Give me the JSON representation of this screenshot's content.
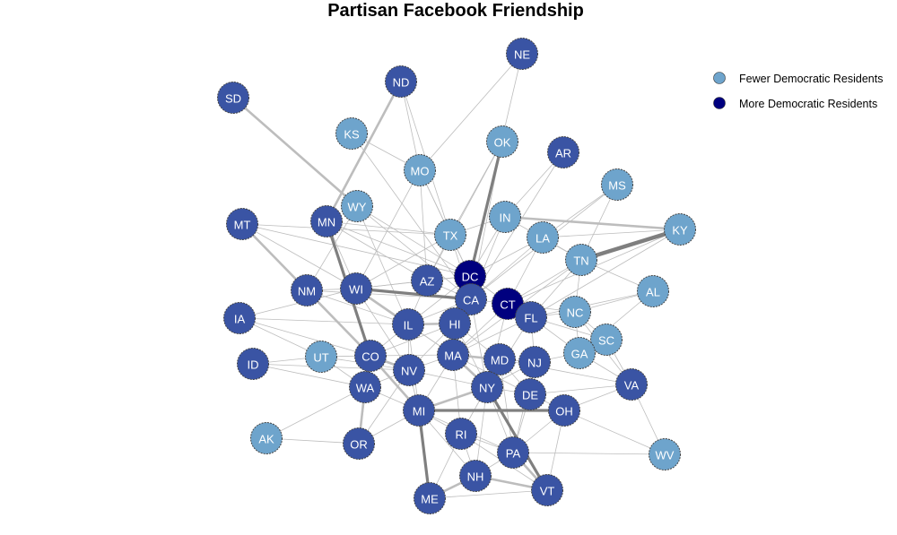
{
  "title": "Partisan Facebook Friendship",
  "colors": {
    "fewer": "#6ea4cc",
    "more": "#00007f",
    "mid": "#3a54a4",
    "edge": "#bdbdbd",
    "edge_strong": "#7f7f7f",
    "node_border": "#444444"
  },
  "legend": {
    "items": [
      {
        "label": "Fewer Democratic Residents",
        "color_key": "fewer"
      },
      {
        "label": "More Democratic Residents",
        "color_key": "more"
      }
    ]
  },
  "nodes": [
    {
      "id": "NE",
      "group": "mid"
    },
    {
      "id": "ND",
      "group": "mid"
    },
    {
      "id": "SD",
      "group": "mid"
    },
    {
      "id": "KS",
      "group": "fewer"
    },
    {
      "id": "OK",
      "group": "fewer"
    },
    {
      "id": "AR",
      "group": "mid"
    },
    {
      "id": "MO",
      "group": "fewer"
    },
    {
      "id": "MS",
      "group": "fewer"
    },
    {
      "id": "WY",
      "group": "fewer"
    },
    {
      "id": "MT",
      "group": "mid"
    },
    {
      "id": "MN",
      "group": "mid"
    },
    {
      "id": "IN",
      "group": "fewer"
    },
    {
      "id": "KY",
      "group": "fewer"
    },
    {
      "id": "TX",
      "group": "fewer"
    },
    {
      "id": "LA",
      "group": "fewer"
    },
    {
      "id": "TN",
      "group": "fewer"
    },
    {
      "id": "DC",
      "group": "more"
    },
    {
      "id": "AZ",
      "group": "mid"
    },
    {
      "id": "AL",
      "group": "fewer"
    },
    {
      "id": "NM",
      "group": "mid"
    },
    {
      "id": "WI",
      "group": "mid"
    },
    {
      "id": "CA",
      "group": "mid"
    },
    {
      "id": "CT",
      "group": "more"
    },
    {
      "id": "NC",
      "group": "fewer"
    },
    {
      "id": "IA",
      "group": "mid"
    },
    {
      "id": "FL",
      "group": "mid"
    },
    {
      "id": "IL",
      "group": "mid"
    },
    {
      "id": "HI",
      "group": "mid"
    },
    {
      "id": "SC",
      "group": "fewer"
    },
    {
      "id": "UT",
      "group": "fewer"
    },
    {
      "id": "CO",
      "group": "mid"
    },
    {
      "id": "MA",
      "group": "mid"
    },
    {
      "id": "MD",
      "group": "mid"
    },
    {
      "id": "GA",
      "group": "fewer"
    },
    {
      "id": "ID",
      "group": "mid"
    },
    {
      "id": "NV",
      "group": "mid"
    },
    {
      "id": "NJ",
      "group": "mid"
    },
    {
      "id": "WA",
      "group": "mid"
    },
    {
      "id": "NY",
      "group": "mid"
    },
    {
      "id": "VA",
      "group": "mid"
    },
    {
      "id": "DE",
      "group": "mid"
    },
    {
      "id": "MI",
      "group": "mid"
    },
    {
      "id": "OH",
      "group": "mid"
    },
    {
      "id": "AK",
      "group": "fewer"
    },
    {
      "id": "RI",
      "group": "mid"
    },
    {
      "id": "OR",
      "group": "mid"
    },
    {
      "id": "PA",
      "group": "mid"
    },
    {
      "id": "WV",
      "group": "fewer"
    },
    {
      "id": "NH",
      "group": "mid"
    },
    {
      "id": "ME",
      "group": "mid"
    },
    {
      "id": "VT",
      "group": "mid"
    }
  ],
  "edges": [
    [
      "SD",
      "WY",
      2
    ],
    [
      "ND",
      "MN",
      2
    ],
    [
      "ND",
      "MO",
      1
    ],
    [
      "ND",
      "TX",
      1
    ],
    [
      "NE",
      "MO",
      1
    ],
    [
      "NE",
      "DC",
      1
    ],
    [
      "KS",
      "MO",
      1
    ],
    [
      "KS",
      "CA",
      1
    ],
    [
      "OK",
      "DC",
      3
    ],
    [
      "OK",
      "TX",
      1
    ],
    [
      "OK",
      "CA",
      1
    ],
    [
      "OK",
      "AZ",
      1
    ],
    [
      "AR",
      "IN",
      1
    ],
    [
      "AR",
      "CA",
      1
    ],
    [
      "MO",
      "TX",
      1
    ],
    [
      "MO",
      "WI",
      1
    ],
    [
      "MO",
      "AZ",
      1
    ],
    [
      "MO",
      "DC",
      1
    ],
    [
      "MS",
      "LA",
      1
    ],
    [
      "MS",
      "CA",
      1
    ],
    [
      "MS",
      "TN",
      1
    ],
    [
      "WY",
      "NM",
      1
    ],
    [
      "WY",
      "CA",
      1
    ],
    [
      "WY",
      "IL",
      1
    ],
    [
      "WY",
      "DC",
      1
    ],
    [
      "MT",
      "WI",
      1
    ],
    [
      "MT",
      "CO",
      2
    ],
    [
      "MT",
      "TX",
      1
    ],
    [
      "MT",
      "DC",
      1
    ],
    [
      "MN",
      "CO",
      3
    ],
    [
      "MN",
      "WI",
      1
    ],
    [
      "MN",
      "TX",
      1
    ],
    [
      "MN",
      "DC",
      1
    ],
    [
      "MN",
      "AZ",
      1
    ],
    [
      "IN",
      "KY",
      2
    ],
    [
      "IN",
      "TN",
      1
    ],
    [
      "IN",
      "CA",
      1
    ],
    [
      "IN",
      "TX",
      1
    ],
    [
      "IN",
      "DC",
      1
    ],
    [
      "KY",
      "TN",
      4
    ],
    [
      "KY",
      "LA",
      1
    ],
    [
      "KY",
      "FL",
      1
    ],
    [
      "KY",
      "CT",
      1
    ],
    [
      "TX",
      "WI",
      1
    ],
    [
      "TX",
      "DC",
      1
    ],
    [
      "TX",
      "CA",
      1
    ],
    [
      "TX",
      "AZ",
      1
    ],
    [
      "LA",
      "TN",
      1
    ],
    [
      "LA",
      "CA",
      1
    ],
    [
      "LA",
      "CT",
      1
    ],
    [
      "LA",
      "DC",
      1
    ],
    [
      "TN",
      "AL",
      1
    ],
    [
      "TN",
      "CT",
      1
    ],
    [
      "TN",
      "FL",
      1
    ],
    [
      "TN",
      "NC",
      1
    ],
    [
      "TN",
      "MA",
      1
    ],
    [
      "DC",
      "CA",
      3
    ],
    [
      "DC",
      "HI",
      2
    ],
    [
      "DC",
      "IL",
      1
    ],
    [
      "DC",
      "WI",
      1
    ],
    [
      "DC",
      "AZ",
      1
    ],
    [
      "DC",
      "CT",
      1
    ],
    [
      "DC",
      "MA",
      1
    ],
    [
      "AZ",
      "WI",
      1
    ],
    [
      "AZ",
      "IL",
      1
    ],
    [
      "AZ",
      "CA",
      1
    ],
    [
      "AL",
      "NC",
      1
    ],
    [
      "AL",
      "FL",
      1
    ],
    [
      "AL",
      "GA",
      1
    ],
    [
      "NM",
      "WI",
      1
    ],
    [
      "NM",
      "IL",
      1
    ],
    [
      "NM",
      "CO",
      1
    ],
    [
      "NM",
      "CA",
      1
    ],
    [
      "WI",
      "IL",
      2
    ],
    [
      "WI",
      "CA",
      3
    ],
    [
      "WI",
      "IA",
      1
    ],
    [
      "WI",
      "NV",
      1
    ],
    [
      "WI",
      "MA",
      1
    ],
    [
      "CA",
      "HI",
      2
    ],
    [
      "CA",
      "CT",
      1
    ],
    [
      "CA",
      "IL",
      1
    ],
    [
      "CA",
      "MA",
      1
    ],
    [
      "CA",
      "NY",
      1
    ],
    [
      "CT",
      "FL",
      2
    ],
    [
      "CT",
      "MA",
      1
    ],
    [
      "CT",
      "NY",
      1
    ],
    [
      "CT",
      "NC",
      1
    ],
    [
      "NC",
      "FL",
      1
    ],
    [
      "NC",
      "SC",
      1
    ],
    [
      "NC",
      "GA",
      1
    ],
    [
      "NC",
      "VA",
      1
    ],
    [
      "IA",
      "CO",
      1
    ],
    [
      "IA",
      "IL",
      1
    ],
    [
      "IA",
      "UT",
      1
    ],
    [
      "FL",
      "MA",
      1
    ],
    [
      "FL",
      "GA",
      1
    ],
    [
      "FL",
      "NJ",
      1
    ],
    [
      "FL",
      "NY",
      1
    ],
    [
      "FL",
      "SC",
      1
    ],
    [
      "IL",
      "HI",
      2
    ],
    [
      "IL",
      "CO",
      1
    ],
    [
      "IL",
      "NV",
      1
    ],
    [
      "IL",
      "MA",
      1
    ],
    [
      "IL",
      "MI",
      1
    ],
    [
      "HI",
      "MA",
      1
    ],
    [
      "HI",
      "NV",
      1
    ],
    [
      "HI",
      "CO",
      1
    ],
    [
      "HI",
      "NY",
      1
    ],
    [
      "HI",
      "MD",
      1
    ],
    [
      "SC",
      "GA",
      1
    ],
    [
      "SC",
      "VA",
      1
    ],
    [
      "UT",
      "CO",
      1
    ],
    [
      "UT",
      "WA",
      1
    ],
    [
      "UT",
      "NV",
      1
    ],
    [
      "UT",
      "ID",
      1
    ],
    [
      "CO",
      "NV",
      2
    ],
    [
      "CO",
      "WA",
      1
    ],
    [
      "CO",
      "MI",
      2
    ],
    [
      "CO",
      "OR",
      1
    ],
    [
      "CO",
      "MA",
      1
    ],
    [
      "MA",
      "MD",
      2
    ],
    [
      "MA",
      "NY",
      2
    ],
    [
      "MA",
      "NJ",
      1
    ],
    [
      "MA",
      "NV",
      1
    ],
    [
      "MA",
      "RI",
      1
    ],
    [
      "MA",
      "DE",
      1
    ],
    [
      "MA",
      "MI",
      1
    ],
    [
      "MD",
      "NJ",
      1
    ],
    [
      "MD",
      "DE",
      1
    ],
    [
      "MD",
      "NY",
      1
    ],
    [
      "MD",
      "VA",
      1
    ],
    [
      "MD",
      "PA",
      1
    ],
    [
      "GA",
      "VA",
      1
    ],
    [
      "GA",
      "NJ",
      1
    ],
    [
      "ID",
      "WA",
      1
    ],
    [
      "ID",
      "NV",
      1
    ],
    [
      "NV",
      "WA",
      1
    ],
    [
      "NV",
      "MI",
      1
    ],
    [
      "NV",
      "NY",
      1
    ],
    [
      "NV",
      "OR",
      1
    ],
    [
      "NJ",
      "NY",
      1
    ],
    [
      "NJ",
      "DE",
      1
    ],
    [
      "NJ",
      "PA",
      1
    ],
    [
      "WA",
      "OR",
      2
    ],
    [
      "WA",
      "MI",
      1
    ],
    [
      "WA",
      "AK",
      1
    ],
    [
      "NY",
      "DE",
      1
    ],
    [
      "NY",
      "MI",
      2
    ],
    [
      "NY",
      "RI",
      1
    ],
    [
      "NY",
      "PA",
      1
    ],
    [
      "NY",
      "VT",
      3
    ],
    [
      "NY",
      "NH",
      1
    ],
    [
      "VA",
      "DE",
      1
    ],
    [
      "VA",
      "OH",
      1
    ],
    [
      "VA",
      "WV",
      1
    ],
    [
      "DE",
      "OH",
      1
    ],
    [
      "DE",
      "PA",
      1
    ],
    [
      "MI",
      "OH",
      3
    ],
    [
      "MI",
      "RI",
      1
    ],
    [
      "MI",
      "ME",
      3
    ],
    [
      "MI",
      "OR",
      1
    ],
    [
      "MI",
      "NH",
      1
    ],
    [
      "MI",
      "PA",
      1
    ],
    [
      "OH",
      "WV",
      1
    ],
    [
      "OH",
      "PA",
      1
    ],
    [
      "OH",
      "VT",
      1
    ],
    [
      "AK",
      "OR",
      1
    ],
    [
      "RI",
      "PA",
      1
    ],
    [
      "RI",
      "NH",
      1
    ],
    [
      "RI",
      "VT",
      1
    ],
    [
      "RI",
      "ME",
      1
    ],
    [
      "PA",
      "NH",
      1
    ],
    [
      "PA",
      "VT",
      2
    ],
    [
      "PA",
      "WV",
      1
    ],
    [
      "NH",
      "ME",
      2
    ],
    [
      "NH",
      "VT",
      2
    ],
    [
      "ME",
      "VT",
      1
    ]
  ]
}
